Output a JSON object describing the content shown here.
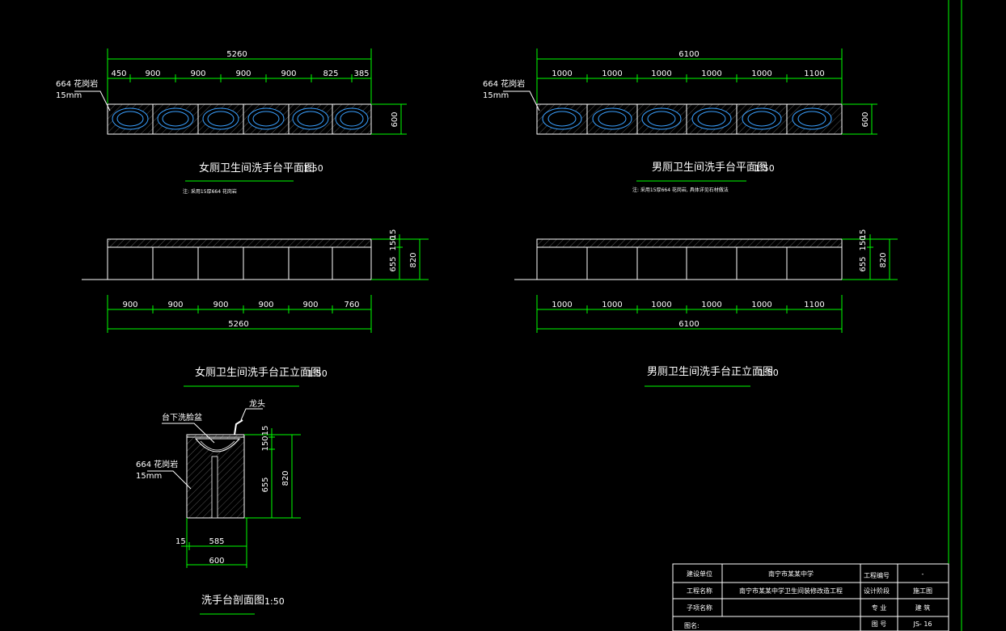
{
  "views": {
    "female_plan": {
      "overall": "5260",
      "segments": [
        "450",
        "900",
        "900",
        "900",
        "900",
        "825",
        "385"
      ],
      "depth": "600",
      "leader_material": "664 花岗岩",
      "leader_thickness": "15mm",
      "title": "女厕卫生间洗手台平面图",
      "scale": "1:50",
      "note": "注: 采用15厚664 花岗岩"
    },
    "male_plan": {
      "overall": "6100",
      "segments": [
        "1000",
        "1000",
        "1000",
        "1000",
        "1000",
        "1100"
      ],
      "depth": "600",
      "leader_material": "664 花岗岩",
      "leader_thickness": "15mm",
      "title": "男厕卫生间洗手台平面图",
      "scale": "1:50",
      "note": "注: 采用15厚664 花岗岩, 具体详见石材做法"
    },
    "female_elev": {
      "segments": [
        "900",
        "900",
        "900",
        "900",
        "900",
        "760"
      ],
      "overall": "5260",
      "top": "15",
      "upper": "150",
      "lower": "655",
      "height": "820",
      "title": "女厕卫生间洗手台正立面图",
      "scale": "1:50"
    },
    "male_elev": {
      "segments": [
        "1000",
        "1000",
        "1000",
        "1000",
        "1000",
        "1100"
      ],
      "overall": "6100",
      "top": "15",
      "upper": "150",
      "lower": "655",
      "height": "820",
      "title": "男厕卫生间洗手台正立面图",
      "scale": "1:50"
    },
    "section": {
      "basin_label": "台下洗脸盆",
      "faucet_label": "龙头",
      "material": "664 花岗岩",
      "thickness": "15mm",
      "top": "15",
      "upper": "150",
      "lower": "655",
      "height": "820",
      "w15": "15",
      "w585": "585",
      "w600": "600",
      "title": "洗手台剖面图",
      "scale": "1:50"
    }
  },
  "title_block": {
    "r1c1": "建设单位",
    "r1c2": "南宁市某某中学",
    "r1c3": "工程编号",
    "r1c4": "-",
    "r2c1": "工程名称",
    "r2c2": "南宁市某某中学卫生间装修改造工程",
    "r2c3": "设计阶段",
    "r2c4": "施工图",
    "r3c1": "子项名称",
    "r3c2": "",
    "r3c3": "专  业",
    "r3c4": "建  筑",
    "r4c1": "图名:",
    "r4c3": "图  号",
    "r4c4": "JS- 16"
  }
}
